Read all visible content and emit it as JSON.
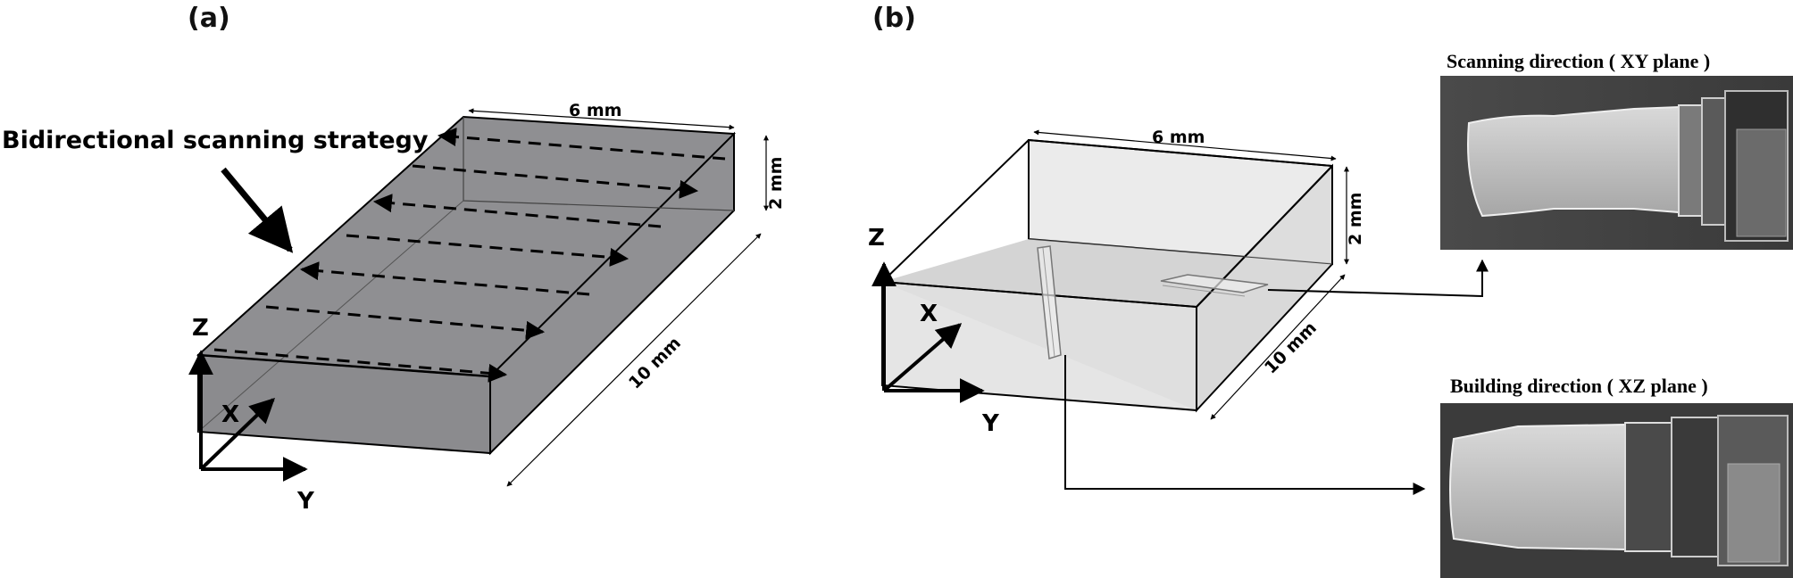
{
  "panels": {
    "a": {
      "label": "(a)",
      "strategy_label": "Bidirectional scanning strategy",
      "axes": {
        "z": "Z",
        "x": "X",
        "y": "Y"
      },
      "dims": {
        "width": "6 mm",
        "height": "2 mm",
        "length": "10 mm"
      }
    },
    "b": {
      "label": "(b)",
      "axes": {
        "z": "Z",
        "x": "X",
        "y": "Y"
      },
      "dims": {
        "width": "6 mm",
        "height": "2 mm",
        "length": "10 mm"
      },
      "sem_top_title": "Scanning direction ( XY plane )",
      "sem_bottom_title": "Building direction ( XZ plane )"
    }
  },
  "colors": {
    "box_fill_a": "#8e8e91",
    "box_fill_b": "#dcdcdc",
    "sem_background": "#3e3e3e",
    "line": "#000000"
  }
}
